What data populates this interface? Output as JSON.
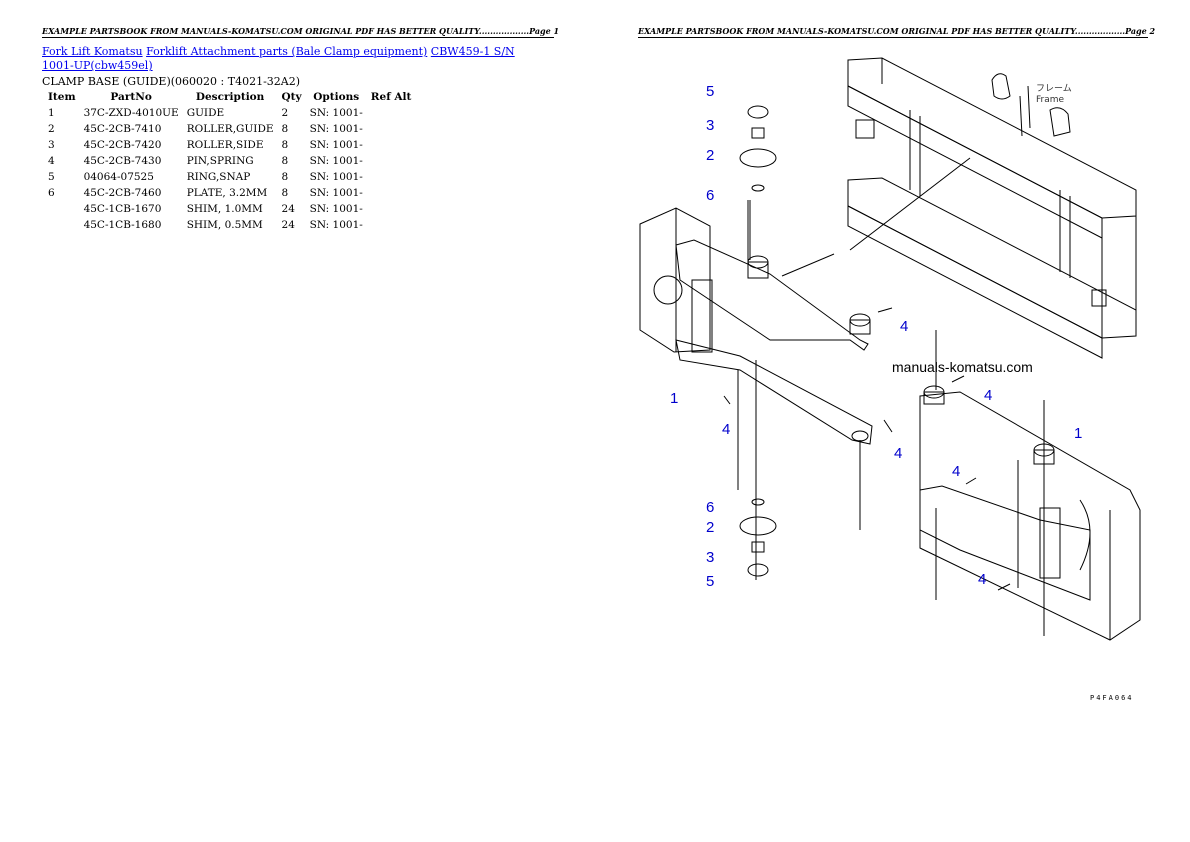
{
  "headers": {
    "page1": "EXAMPLE PARTSBOOK FROM MANUALS-KOMATSU.COM ORIGINAL PDF HAS BETTER QUALITY..................Page 1",
    "page2": "EXAMPLE PARTSBOOK FROM MANUALS-KOMATSU.COM ORIGINAL PDF HAS BETTER QUALITY..................Page 2"
  },
  "breadcrumb": {
    "link1": "Fork Lift Komatsu",
    "link2": "Forklift Attachment parts (Bale Clamp equipment)",
    "link3": "CBW459-1 S/N 1001-UP(cbw459el)"
  },
  "subtitle": "CLAMP BASE (GUIDE)(060020 : T4021-32A2)",
  "table": {
    "columns": [
      "Item",
      "PartNo",
      "Description",
      "Qty",
      "Options",
      "Ref Alt"
    ],
    "rows": [
      {
        "item": "1",
        "partno": "37C-ZXD-4010UE",
        "desc": "GUIDE",
        "qty": "2",
        "options": "SN: 1001-",
        "refalt": ""
      },
      {
        "item": "2",
        "partno": "45C-2CB-7410",
        "desc": "ROLLER,GUIDE",
        "qty": "8",
        "options": "SN: 1001-",
        "refalt": ""
      },
      {
        "item": "3",
        "partno": "45C-2CB-7420",
        "desc": "ROLLER,SIDE",
        "qty": "8",
        "options": "SN: 1001-",
        "refalt": ""
      },
      {
        "item": "4",
        "partno": "45C-2CB-7430",
        "desc": "PIN,SPRING",
        "qty": "8",
        "options": "SN: 1001-",
        "refalt": ""
      },
      {
        "item": "5",
        "partno": "04064-07525",
        "desc": "RING,SNAP",
        "qty": "8",
        "options": "SN: 1001-",
        "refalt": ""
      },
      {
        "item": "6",
        "partno": "45C-2CB-7460",
        "desc": "PLATE, 3.2MM",
        "qty": "8",
        "options": "SN: 1001-",
        "refalt": ""
      },
      {
        "item": "",
        "partno": "45C-1CB-1670",
        "desc": "SHIM, 1.0MM",
        "qty": "24",
        "options": "SN: 1001-",
        "refalt": ""
      },
      {
        "item": "",
        "partno": "45C-1CB-1680",
        "desc": "SHIM, 0.5MM",
        "qty": "24",
        "options": "SN: 1001-",
        "refalt": ""
      }
    ]
  },
  "diagram": {
    "watermark": "manuals-komatsu.com",
    "frame_label_1": "フレーム",
    "frame_label_2": "Frame",
    "callouts": {
      "c5a": "5",
      "c3a": "3",
      "c2a": "2",
      "c6a": "6",
      "c4a": "4",
      "c4b": "4",
      "c4c": "4",
      "c4d": "4",
      "c4e": "4",
      "c4f": "4",
      "c1a": "1",
      "c1b": "1",
      "c6b": "6",
      "c2b": "2",
      "c3b": "3",
      "c5b": "5"
    },
    "drawing_code": "P4FA064"
  }
}
